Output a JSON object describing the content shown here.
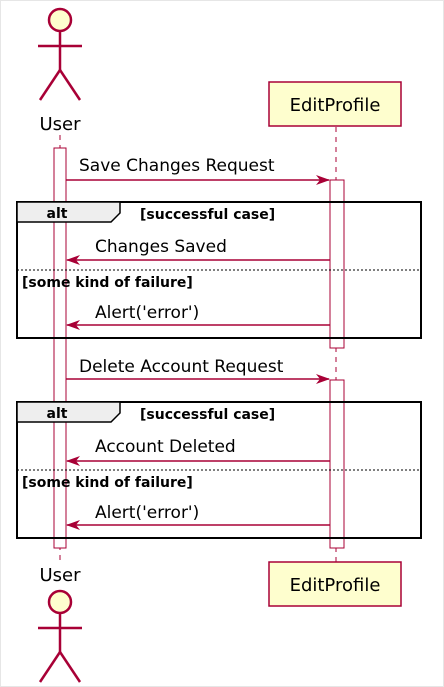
{
  "participants": {
    "user": {
      "label": "User"
    },
    "edit_profile": {
      "label": "EditProfile"
    }
  },
  "messages": [
    {
      "from": "user",
      "to": "edit_profile",
      "label": "Save Changes Request"
    },
    {
      "from": "edit_profile",
      "to": "user",
      "label": "Changes Saved"
    },
    {
      "from": "edit_profile",
      "to": "user",
      "label": "Alert('error')"
    },
    {
      "from": "user",
      "to": "edit_profile",
      "label": "Delete Account Request"
    },
    {
      "from": "edit_profile",
      "to": "user",
      "label": "Account Deleted"
    },
    {
      "from": "edit_profile",
      "to": "user",
      "label": "Alert('error')"
    }
  ],
  "fragments": [
    {
      "keyword": "alt",
      "guard": "[successful case]",
      "else_guard": "[some kind of failure]"
    },
    {
      "keyword": "alt",
      "guard": "[successful case]",
      "else_guard": "[some kind of failure]"
    }
  ],
  "colors": {
    "participant_fill": "#FEFECE",
    "participant_border": "#A80036",
    "arrow": "#A80036",
    "activation_fill": "#FFFFFF",
    "fragment_tab_fill": "#EEEEEE"
  }
}
